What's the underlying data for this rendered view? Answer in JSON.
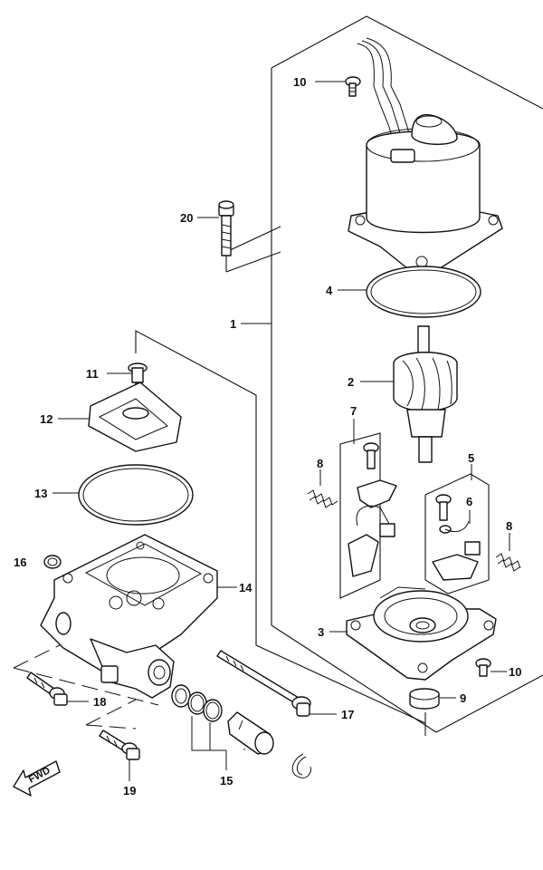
{
  "colors": {
    "line": "#111111",
    "background": "#ffffff"
  },
  "callouts": {
    "c1": "1",
    "c2": "2",
    "c3": "3",
    "c4": "4",
    "c5": "5",
    "c6": "6",
    "c7": "7",
    "c8a": "8",
    "c8b": "8",
    "c9": "9",
    "c10a": "10",
    "c10b": "10",
    "c11": "11",
    "c12": "12",
    "c13": "13",
    "c14": "14",
    "c15": "15",
    "c16": "16",
    "c17": "17",
    "c18": "18",
    "c19": "19",
    "c20": "20"
  },
  "fwd_label": "FWD"
}
